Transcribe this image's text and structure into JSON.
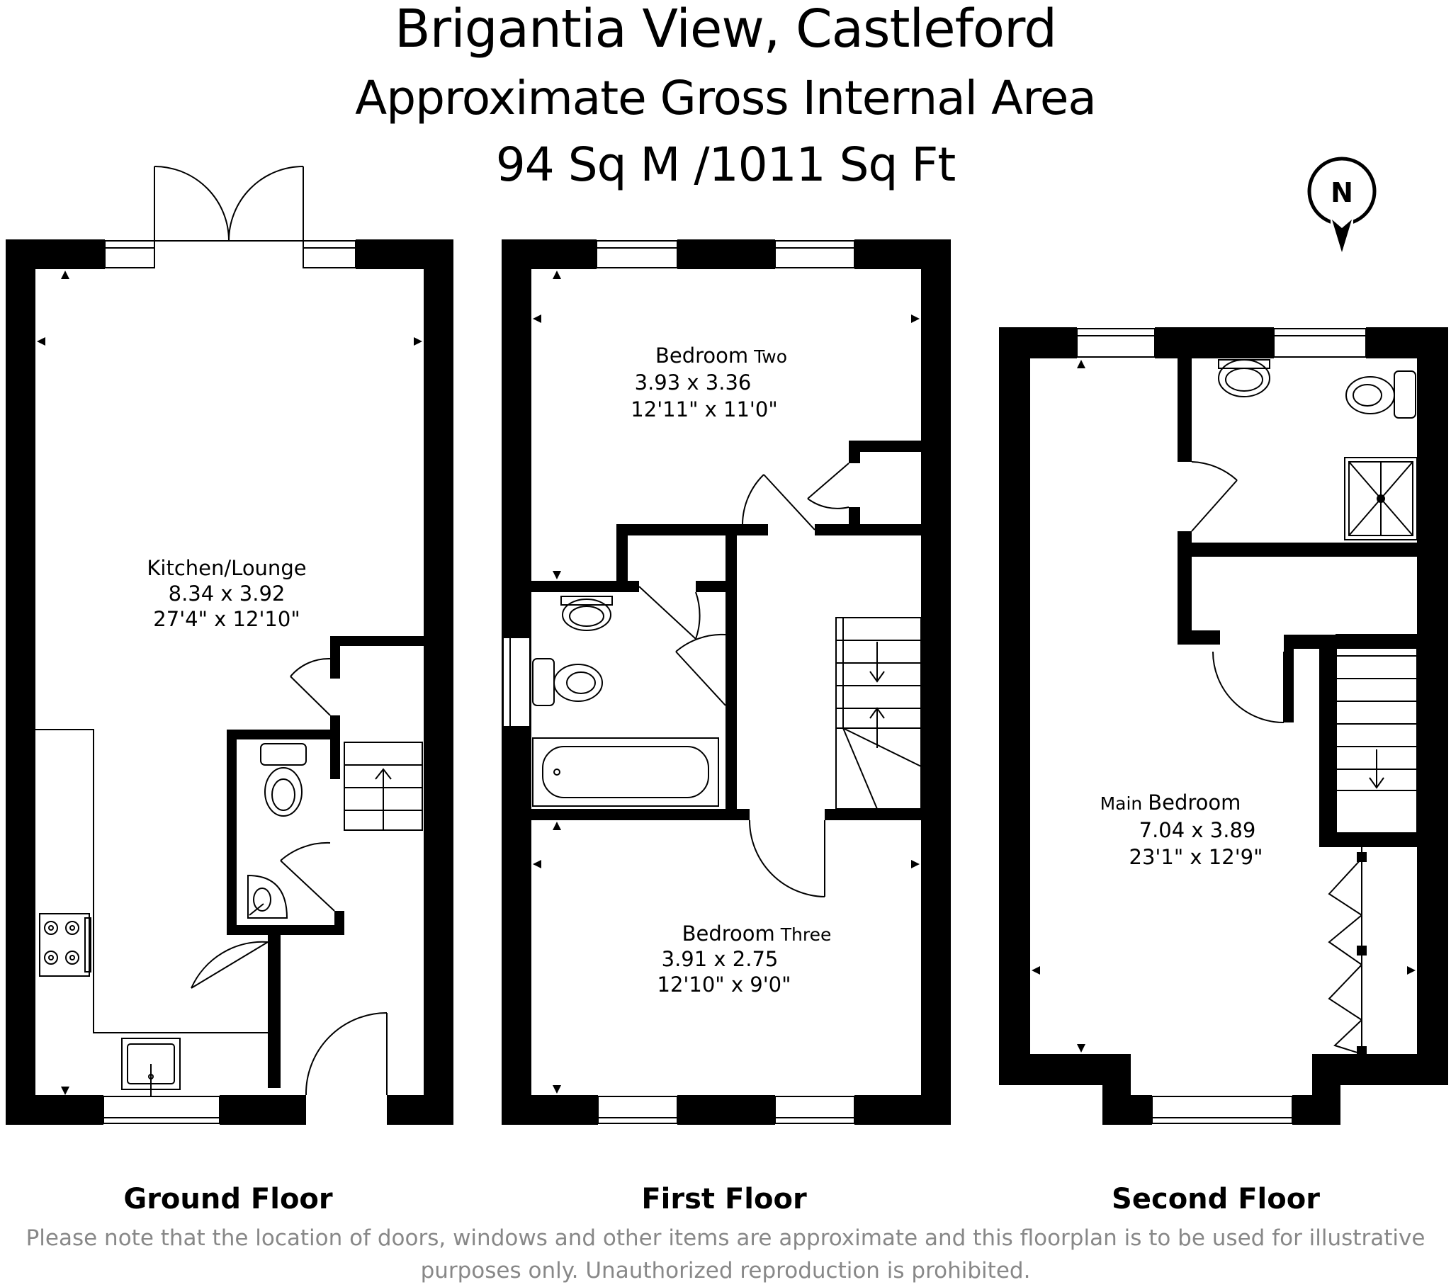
{
  "title": {
    "line1": "Brigantia View, Castleford",
    "line2": "Approximate Gross Internal Area",
    "line3": "94 Sq M /1011 Sq Ft"
  },
  "compass": {
    "letter": "N"
  },
  "rooms": {
    "kitchen": {
      "name": "Kitchen/Lounge",
      "metric": "8.34 x 3.92",
      "imperial": "27'4\" x 12'10\""
    },
    "bedroom_two": {
      "name_a": "Bedroom",
      "name_b": "Two",
      "metric": "3.93 x 3.36",
      "imperial": "12'11\" x 11'0\""
    },
    "bedroom_three": {
      "name_a": "Bedroom",
      "name_b": "Three",
      "metric": "3.91 x 2.75",
      "imperial": "12'10\" x 9'0\""
    },
    "main_bedroom": {
      "name_a": "Main",
      "name_b": "Bedroom",
      "metric": "7.04 x 3.89",
      "imperial": "23'1\" x 12'9\""
    }
  },
  "floors": {
    "ground": "Ground Floor",
    "first": "First Floor",
    "second": "Second Floor"
  },
  "disclaimer": {
    "line1": "Please note that the location of doors, windows and other items are approximate and this floorplan is to be used for illustrative",
    "line2": "purposes only. Unauthorized reproduction is prohibited."
  }
}
